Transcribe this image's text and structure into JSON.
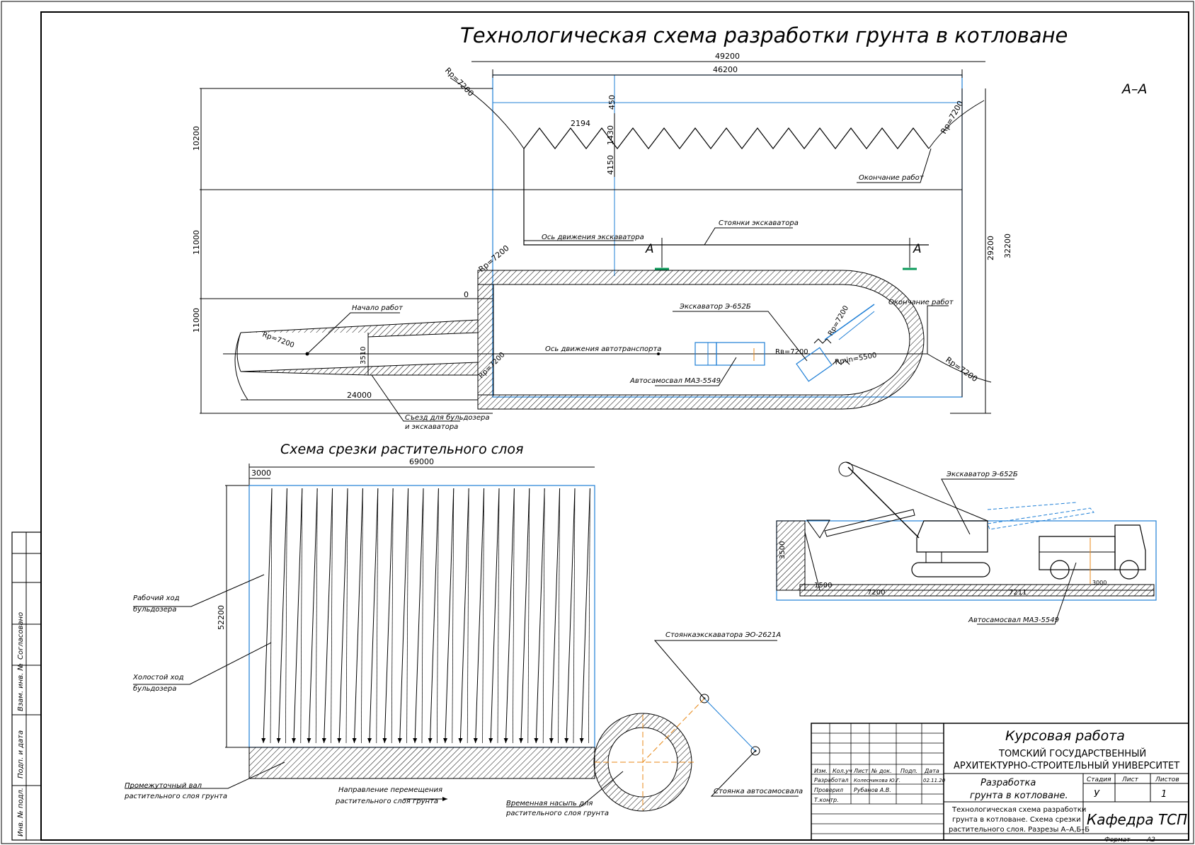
{
  "titles": {
    "main": "Технологическая схема разработки грунта в котловане",
    "section": "А–А",
    "cut_scheme": "Схема срезки растительного слоя"
  },
  "plan": {
    "dims": {
      "d49200": "49200",
      "d46200": "46200",
      "d2194": "2194",
      "d450": "450",
      "d1430": "1430",
      "d4150": "4150",
      "d10200": "10200",
      "d11000a": "11000",
      "d11000b": "11000",
      "d29200": "29200",
      "d32200": "32200",
      "d3510": "3510",
      "d24000": "24000",
      "d0": "0",
      "r1": "Rр=7200",
      "r2": "Rр=7200",
      "r3": "Rр=7200",
      "r4": "Rр=7200",
      "r5": "Rр=7200",
      "r6": "Rр=7200",
      "r7": "Rр=7200",
      "r8": "Rр=7200",
      "rmin": "Rmin=5500",
      "rb": "Rв=7200"
    },
    "labels": {
      "end_works_top": "Окончание работ",
      "excavator_stops": "Стоянки экскаватора",
      "excavator_axis": "Ось движения экскаватора",
      "cut_a_left": "А",
      "cut_a_right": "А",
      "start_works": "Начало работ",
      "end_works_right": "Окончание работ",
      "excavator": "Экскаватор Э-652Б",
      "transport_axis": "Ось движения автотранспорта",
      "truck": "Автосамосвал МАЗ-5549",
      "ramp_line1": "Съезд для бульдозера",
      "ramp_line2": "и экскаватора"
    }
  },
  "cut_scheme": {
    "dims": {
      "width": "69000",
      "step": "3000",
      "height": "52200"
    },
    "stroke_count": 22,
    "labels": {
      "working_1": "Рабочий ход",
      "working_2": "бульдозера",
      "idle_1": "Холостой ход",
      "idle_2": "бульдозера",
      "berm_1": "Промежуточный вал",
      "berm_2": "растительного слоя грунта",
      "direction_1": "Направление перемещения",
      "direction_2": "растительного слоя грунта",
      "mound_1": "Временная насыпь для",
      "mound_2": "растительного слоя грунта",
      "excavator_stand": "Стоянкаэкскаватора ЭО-2621А",
      "truck_stand": "Стоянка автосамосвала"
    }
  },
  "section_view": {
    "dims": {
      "depth": "3500",
      "bottom": "1500",
      "reach": "7200",
      "stand": "7211",
      "width": "3000"
    },
    "labels": {
      "excavator": "Экскаватор Э-652Б",
      "truck": "Автосамосвал МАЗ-5549"
    }
  },
  "sidebar": {
    "soglasovano": "Согласовано",
    "vzam": "Взам. инв. №",
    "podp_data": "Подп. и дата",
    "inv_podl": "Инв. № подл."
  },
  "title_block": {
    "course_work": "Курсовая работа",
    "university_1": "ТОМСКИЙ ГОСУДАРСТВЕННЫЙ",
    "university_2": "АРХИТЕКТУРНО-СТРОИТЕЛЬНЫЙ УНИВЕРСИТЕТ",
    "h_izm": "Изм.",
    "h_kol": "Кол.уч",
    "h_list": "Лист",
    "h_doc": "№ док.",
    "h_podp": "Подп.",
    "h_date": "Дата",
    "r1_role": "Разработал",
    "r1_name": "Колесникова Ю.Г.",
    "r1_date": "02.11.20",
    "r2_role": "Проверил",
    "r2_name": "Рубанов А.В.",
    "r3_role": "Т.контр.",
    "subject_1": "Разработка",
    "subject_2": "грунта в котловане.",
    "stage_h": "Стадия",
    "sheet_h": "Лист",
    "sheets_h": "Листов",
    "stage": "У",
    "sheets": "1",
    "desc_1": "Технологическая схема разработки",
    "desc_2": "грунта в котловане. Схема срезки",
    "desc_3": "растительного слоя. Разрезы А–А,Б–Б",
    "department": "Кафедра ТСП",
    "format_label": "Формат",
    "format": "А2"
  },
  "colors": {
    "lines": "#000000",
    "blue": "#1f7fd6",
    "axis": "#e88a1a",
    "green": "#0a9a5a"
  }
}
